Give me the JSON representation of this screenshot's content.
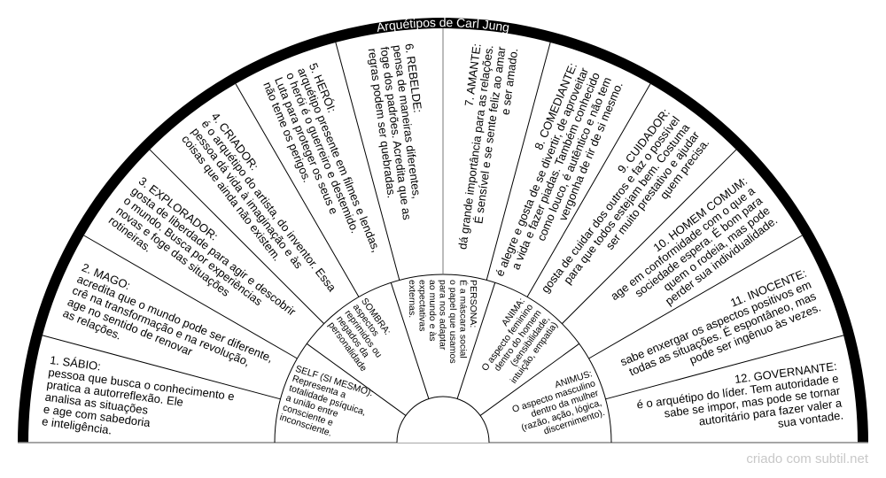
{
  "title": "Arquétipos de Carl Jung",
  "footer": "criado com subtil.net",
  "colors": {
    "ring": "#000000",
    "divider": "#000000",
    "text": "#000000",
    "footer": "#c8c8c8"
  },
  "archetypes": [
    {
      "name": "sabio",
      "lines": [
        "1. SÁBIO:",
        "pessoa que busca o conhecimento e",
        "pratica a autorreflexão. Ele",
        "analisa as situações",
        "e age com sabedoria",
        "e inteligência."
      ]
    },
    {
      "name": "mago",
      "lines": [
        "2. MAGO:",
        "acredita que o mundo pode ser diferente,",
        "crê na transformação e na revolução,",
        "age no sentido de renovar",
        "as relações."
      ]
    },
    {
      "name": "explorador",
      "lines": [
        "3. EXPLORADOR:",
        "gosta de liberdade para agir e descobrir",
        "o mundo. Busca por experiências",
        "novas e foge das situações",
        "rotineiras."
      ]
    },
    {
      "name": "criador",
      "lines": [
        "4. CRIADOR:",
        "é o arquétipo do artista, do inventor. Essa",
        "pessoa dá vida à imaginação e às",
        "coisas que ainda não existem."
      ]
    },
    {
      "name": "heroi",
      "lines": [
        "5. HERÓI:",
        "arquétipo presente em filmes e lendas,",
        "o herói é o guerreiro e destemido.",
        "Luta para proteger os seus e",
        "não teme os perigos."
      ]
    },
    {
      "name": "rebelde",
      "lines": [
        "6. REBELDE:",
        "pensa de maneiras diferentes,",
        "foge dos padrões. Acredita que as",
        "regras podem ser quebradas."
      ]
    },
    {
      "name": "amante",
      "lines": [
        "7. AMANTE:",
        "dá grande importância para as relações.",
        "É sensível e se sente feliz ao amar",
        "e ser amado."
      ]
    },
    {
      "name": "comediante",
      "lines": [
        "8. COMEDIANTE:",
        "é alegre e gosta de se divertir, de aproveitar",
        "a vida e fazer piadas. Também conhecido",
        "como louco, é autêntico e não tem",
        "vergonha de rir de si mesmo."
      ]
    },
    {
      "name": "cuidador",
      "lines": [
        "9. CUIDADOR:",
        "gosta de cuidar dos outros e faz o possível",
        "para que todos estejam bem. Costuma",
        "ser muito prestativo e ajudar",
        "quem precisa."
      ]
    },
    {
      "name": "homem-comum",
      "lines": [
        "10. HOMEM COMUM:",
        "age em conformidade com o que a",
        "sociedade espera. É bom para",
        "quem o rodeia, mas pode",
        "perder sua individualidade."
      ]
    },
    {
      "name": "inocente",
      "lines": [
        "11. INOCENTE:",
        "sabe enxergar os aspectos positivos em",
        "todas as situações. É espontâneo, mas",
        "pode ser ingênuo às vezes."
      ]
    },
    {
      "name": "governante",
      "lines": [
        "12. GOVERNANTE:",
        "é o arquétipo do líder. Tem autoridade e",
        "sabe se impor, mas pode se tornar",
        "autoritário para fazer valer a",
        "sua vontade."
      ]
    }
  ],
  "inner": [
    {
      "name": "self",
      "lines": [
        "SELF (SI MESMO):",
        "Representa a",
        "totalidade psíquica,",
        "a união entre",
        "consciente e",
        "inconsciente."
      ]
    },
    {
      "name": "sombra",
      "lines": [
        "SOMBRA:",
        "aspectos",
        "reprimidos ou",
        "negados da",
        "personalidade"
      ]
    },
    {
      "name": "persona",
      "lines": [
        "PERSONA:",
        "É a máscara social",
        "o papel que usamos",
        "para nos adaptar",
        "ao mundo e às",
        "expectativas",
        "externas."
      ]
    },
    {
      "name": "anima",
      "lines": [
        "ANIMA:",
        "O aspecto feminino",
        "dentro do homem",
        "(sensibilidade,",
        "intuição, empatia)"
      ]
    },
    {
      "name": "animus",
      "lines": [
        "ANIMUS:",
        "O aspecto masculino",
        "dentro da mulher",
        "(razão, ação, lógica,",
        "discernimento)."
      ]
    }
  ]
}
